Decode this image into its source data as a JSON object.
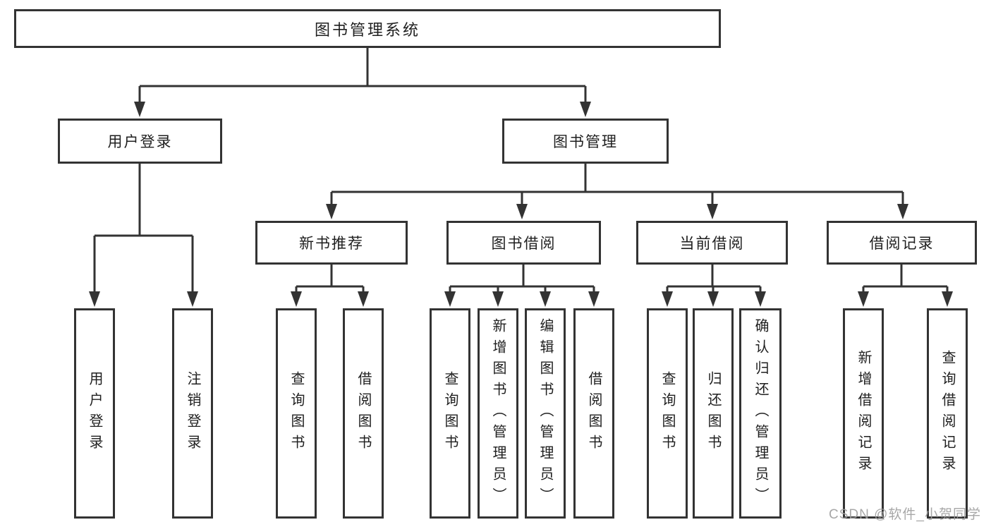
{
  "diagram": {
    "tree": {
      "label": "图书管理系统",
      "children": [
        {
          "label": "用户登录",
          "children": [
            {
              "label": "用户登录"
            },
            {
              "label": "注销登录"
            }
          ]
        },
        {
          "label": "图书管理",
          "children": [
            {
              "label": "新书推荐",
              "children": [
                {
                  "label": "查询图书"
                },
                {
                  "label": "借阅图书"
                }
              ]
            },
            {
              "label": "图书借阅",
              "children": [
                {
                  "label": "查询图书"
                },
                {
                  "label": "新增图书（管理员）"
                },
                {
                  "label": "编辑图书（管理员）"
                },
                {
                  "label": "借阅图书"
                }
              ]
            },
            {
              "label": "当前借阅",
              "children": [
                {
                  "label": "查询图书"
                },
                {
                  "label": "归还图书"
                },
                {
                  "label": "确认归还（管理员）"
                }
              ]
            },
            {
              "label": "借阅记录",
              "children": [
                {
                  "label": "新增借阅记录"
                },
                {
                  "label": "查询借阅记录"
                }
              ]
            }
          ]
        }
      ]
    },
    "colors": {
      "line": "#333333",
      "box_border": "#333333",
      "box_fill": "#ffffff",
      "text": "#1f1f1f",
      "background": "#ffffff",
      "watermark": "#9e9e9e"
    }
  },
  "watermark": {
    "text": "CSDN @软件_小贺同学"
  }
}
